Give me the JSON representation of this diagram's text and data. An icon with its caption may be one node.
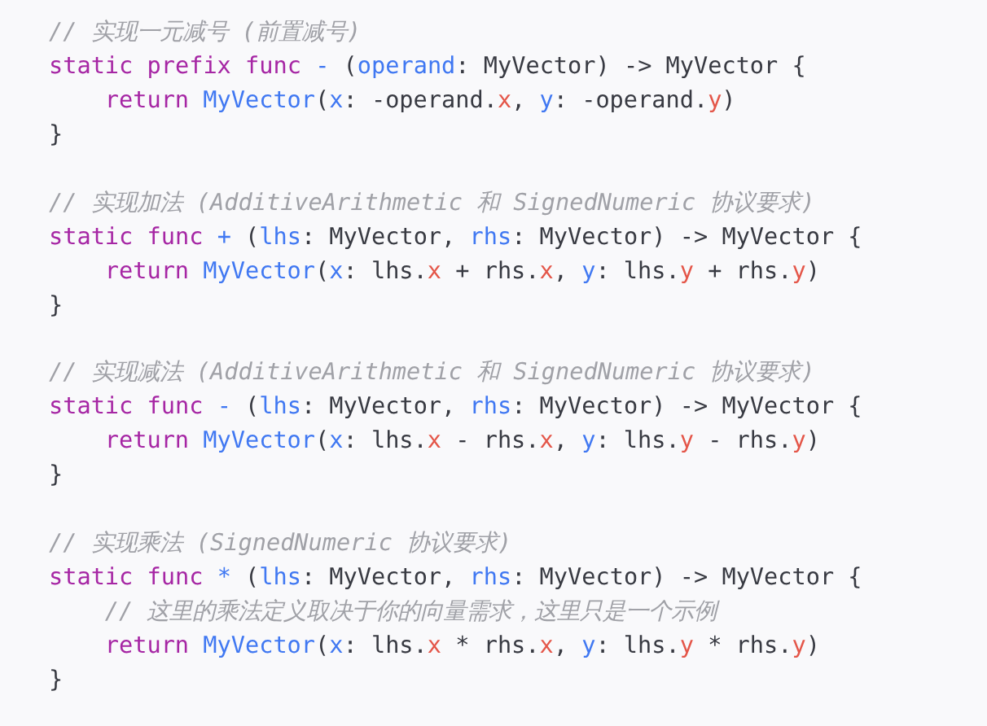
{
  "diagram": {
    "labels": [
      "// 实现一元减号 (前置减号)",
      "static prefix func - (operand: MyVector) -> MyVector {",
      "return MyVector(x: -operand.x, y: -operand.y)",
      "}",
      "// 实现加法 (AdditiveArithmetic 和 SignedNumeric 协议要求)",
      "static func + (lhs: MyVector, rhs: MyVector) -> MyVector {",
      "return MyVector(x: lhs.x + rhs.x, y: lhs.y + rhs.y)",
      "}",
      "// 实现减法 (AdditiveArithmetic 和 SignedNumeric 协议要求)",
      "static func - (lhs: MyVector, rhs: MyVector) -> MyVector {",
      "return MyVector(x: lhs.x - rhs.x, y: lhs.y - rhs.y)",
      "}",
      "// 实现乘法 (SignedNumeric 协议要求)",
      "static func * (lhs: MyVector, rhs: MyVector) -> MyVector {",
      "// 这里的乘法定义取决于你的向量需求，这里只是一个示例",
      "return MyVector(x: lhs.x * rhs.x, y: lhs.y * rhs.y)",
      "}"
    ]
  }
}
